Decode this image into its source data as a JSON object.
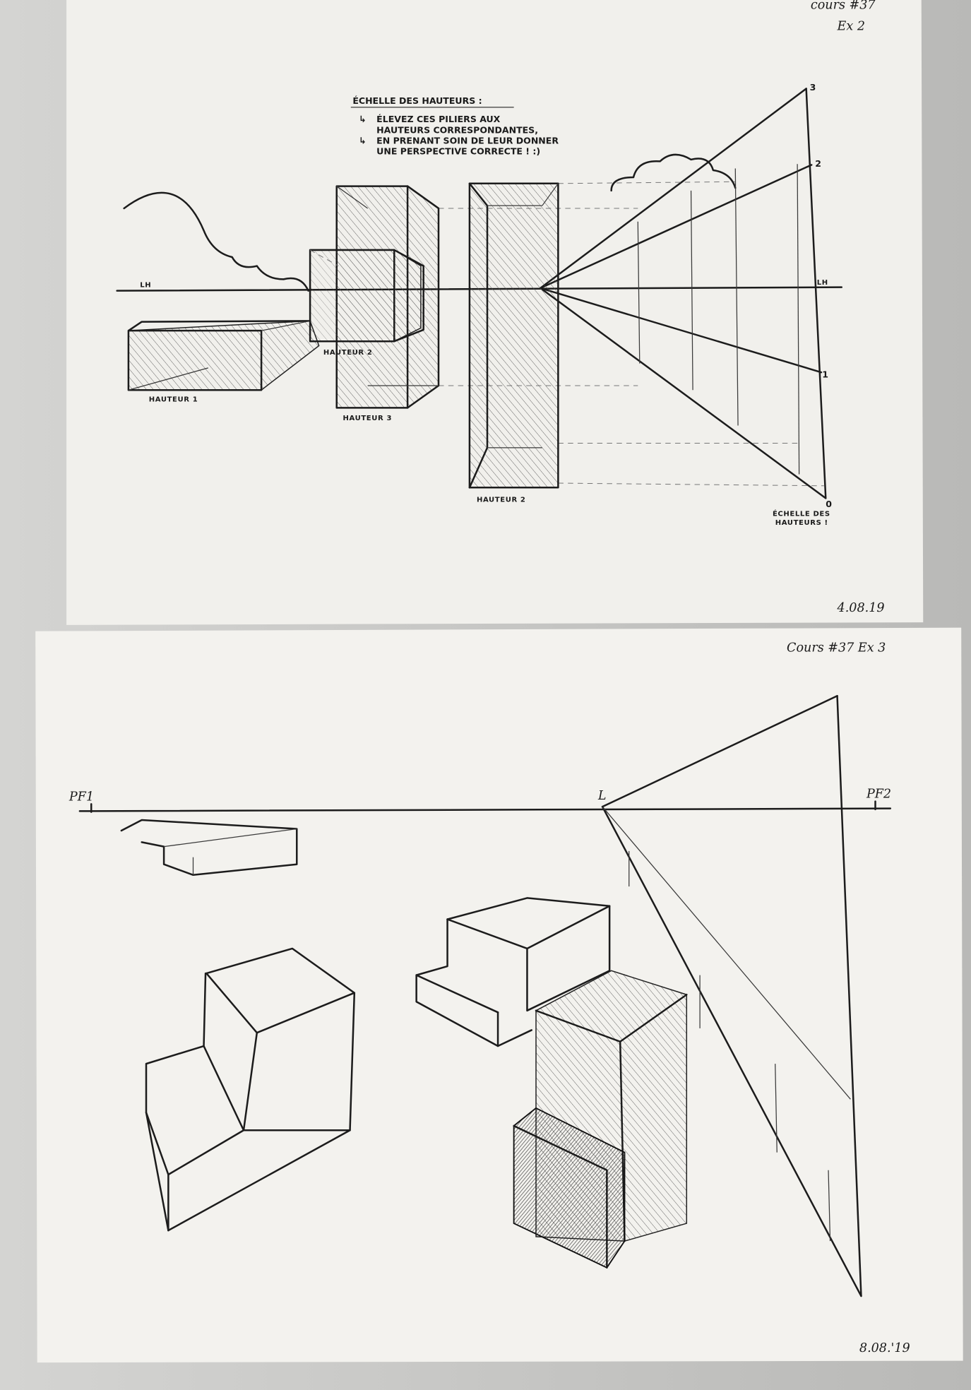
{
  "sheet_top": {
    "corner_note": [
      "cours #37",
      "Ex 2"
    ],
    "title": "ÉCHELLE DES HAUTEURS :",
    "instructions": [
      "ÉLEVEZ CES PILIERS AUX",
      "HAUTEURS CORRESPONDANTES,",
      "EN PRENANT SOIN DE LEUR DONNER",
      "UNE PERSPECTIVE CORRECTE ! :)"
    ],
    "horizon_label_left": "LH",
    "horizon_label_right": "LH",
    "labels": [
      "HAUTEUR 1",
      "HAUTEUR 2",
      "HAUTEUR 3",
      "HAUTEUR 2"
    ],
    "scale_marks": [
      "3",
      "2",
      "1",
      "0"
    ],
    "scale_caption": [
      "ÉCHELLE DES",
      "HAUTEURS !"
    ],
    "date": "4.08.19"
  },
  "sheet_bottom": {
    "corner_note": "Cours #37 Ex 3",
    "vanishing_point_left": "PF1",
    "vanishing_point_right": "PF2",
    "center_mark": "L",
    "date": "8.08.'19"
  },
  "colors": {
    "paper": "#f3f2ee",
    "background": "#c9c9c7",
    "ink": "#1c1c1c"
  }
}
